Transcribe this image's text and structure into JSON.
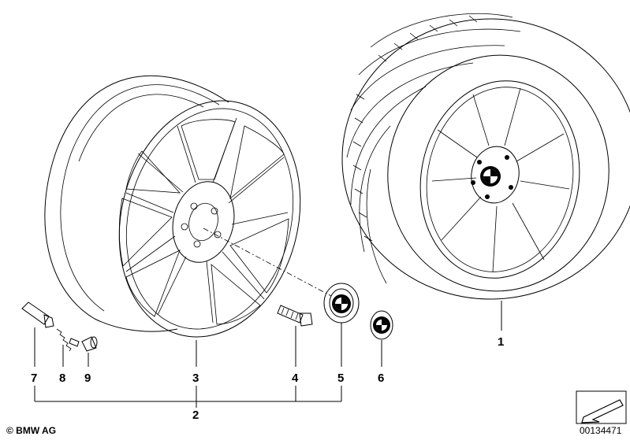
{
  "callouts": {
    "c1": "1",
    "c2": "2",
    "c3": "3",
    "c4": "4",
    "c5": "5",
    "c6": "6",
    "c7": "7",
    "c8": "8",
    "c9": "9"
  },
  "footer": {
    "copyright": "© BMW AG",
    "document_number": "00134471"
  }
}
